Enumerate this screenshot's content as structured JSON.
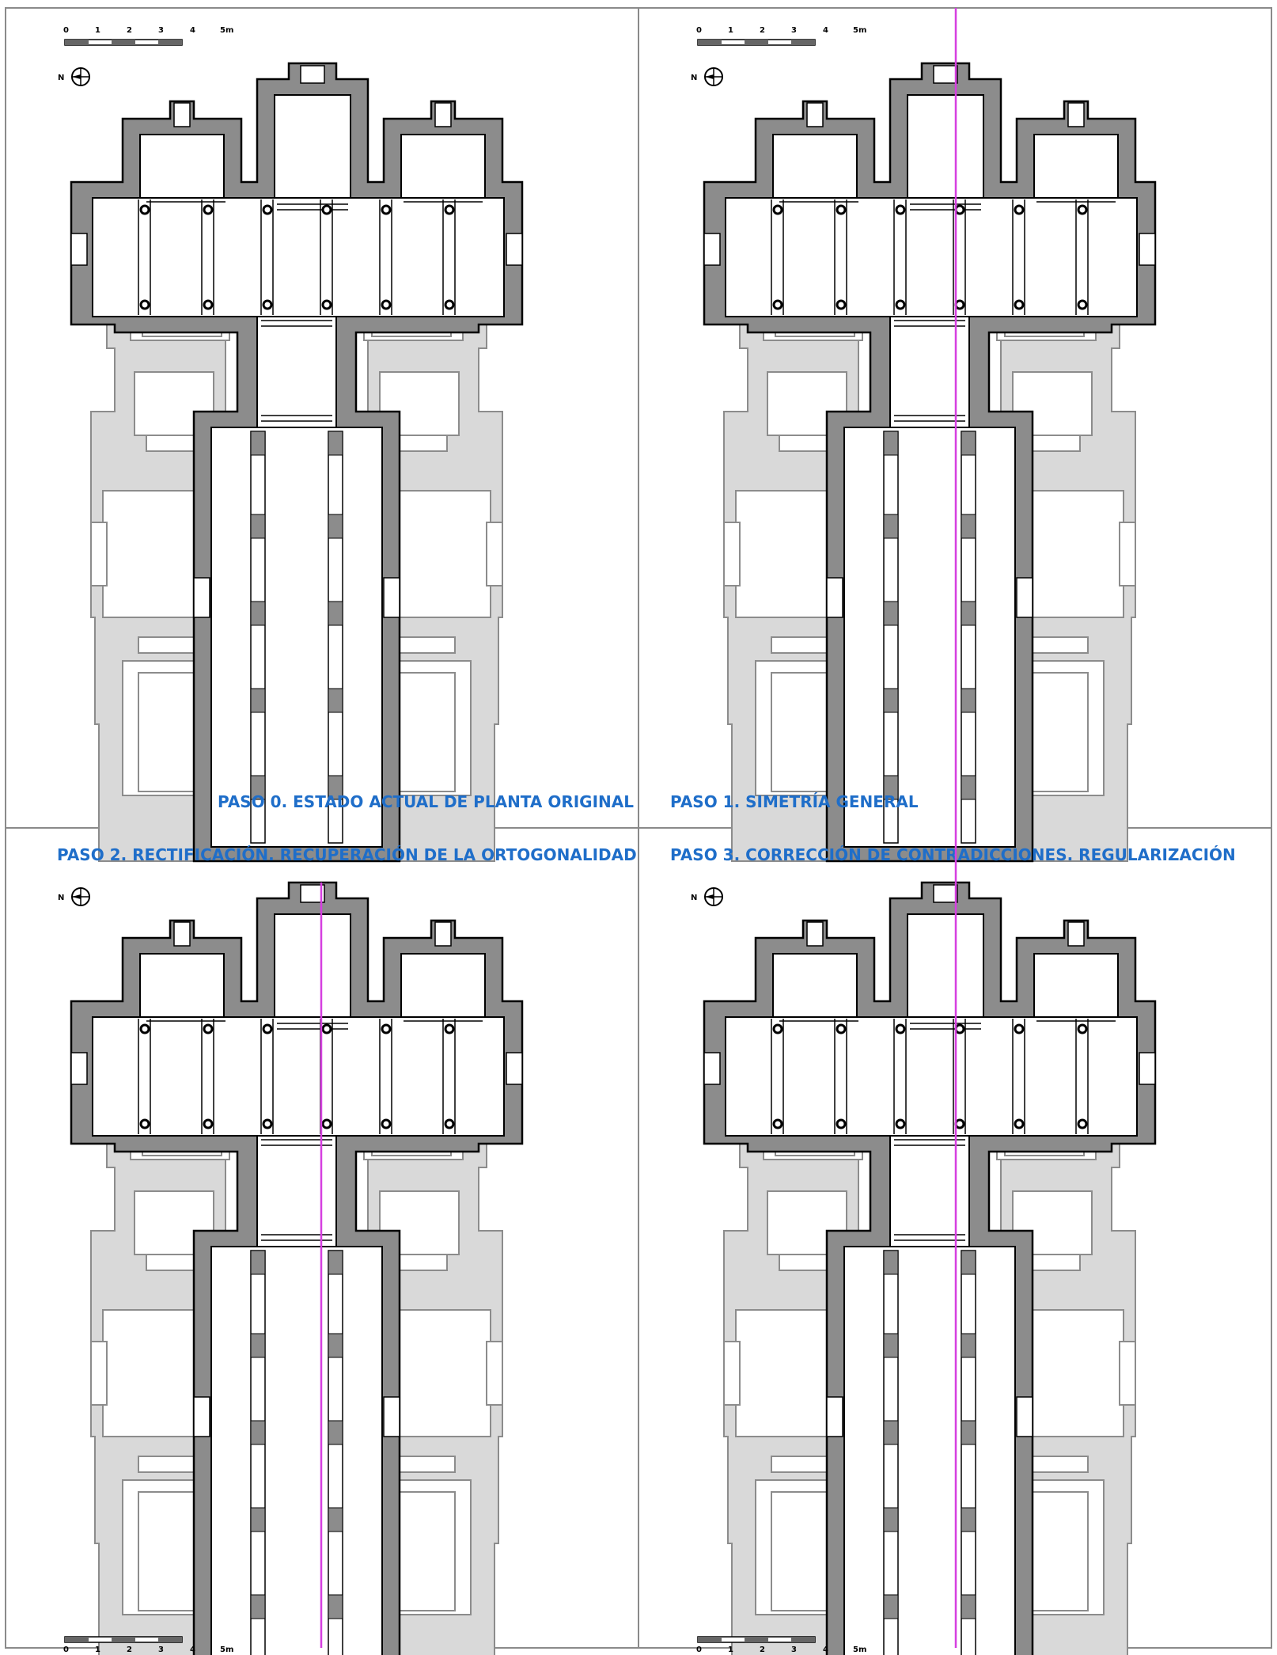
{
  "colors": {
    "wall": "#8c8c8c",
    "wall_stroke": "#000000",
    "annex": "#d9d9d9",
    "annex_stroke": "#8c8c8c",
    "title": "#1f6ec9",
    "axis": "#d63fe0",
    "frame": "#8a8a8a"
  },
  "panels": [
    {
      "id": "paso0",
      "title": "PASO 0. ESTADO ACTUAL DE PLANTA ORIGINAL",
      "axis": false
    },
    {
      "id": "paso1",
      "title": "PASO 1. SIMETRÍA GENERAL",
      "axis": true
    },
    {
      "id": "paso2",
      "title": "PASO 2. RECTIFICACIÓN. RECUPERACIÓN DE LA ORTOGONALIDAD",
      "axis": true
    },
    {
      "id": "paso3",
      "title": "PASO 3. CORRECCIÓN DE CONTRADICCIONES. REGULARIZACIÓN",
      "axis": true
    }
  ],
  "scale_bar": {
    "labels": [
      "0",
      "1",
      "2",
      "3",
      "4",
      "5m"
    ]
  },
  "north": {
    "label": "N",
    "icon": "north-arrow-icon"
  }
}
